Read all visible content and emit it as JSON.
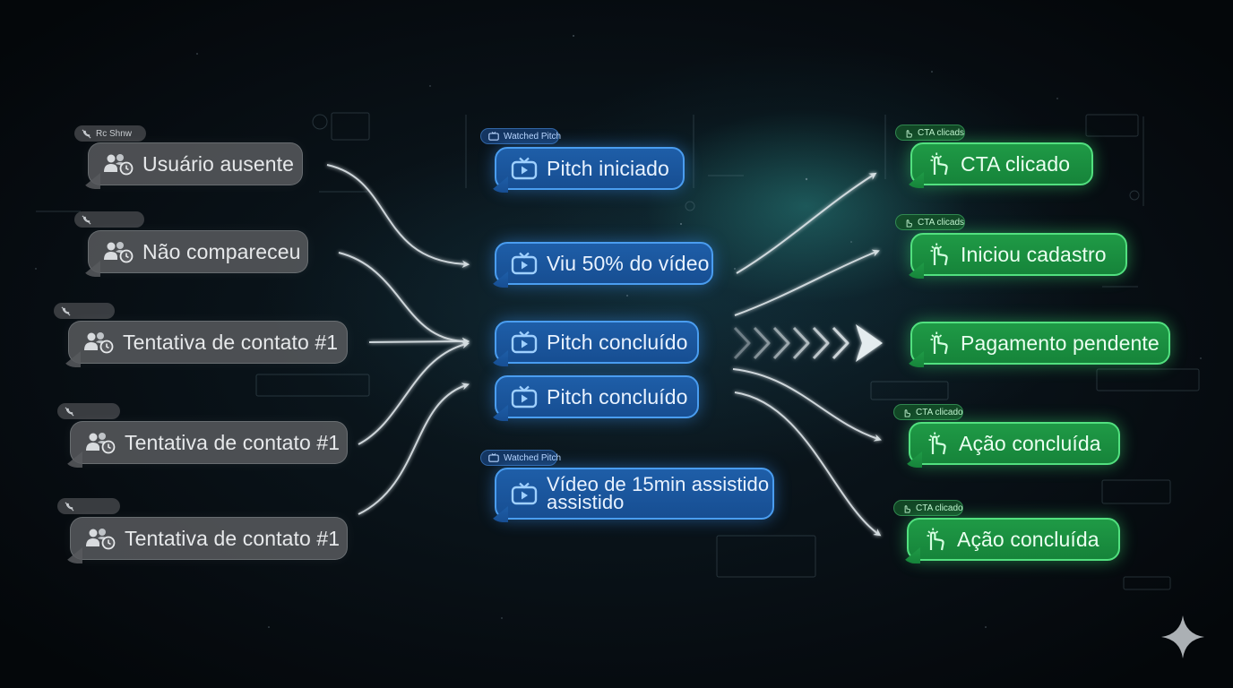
{
  "colors": {
    "gray": "#5a5c60",
    "blue": "#1e5ea8",
    "blue_border": "#4a9df0",
    "green": "#1f9a46",
    "green_border": "#52e07f",
    "arrow": "#dfe6ea"
  },
  "icons": {
    "gray": "users-clock-icon",
    "blue": "tv-icon",
    "green": "hand-click-icon",
    "gray_tag": "phone-off-icon",
    "blue_tag": "tv-icon",
    "green_tag": "hand-click-icon",
    "corner": "sparkle-icon"
  },
  "left": {
    "tags": [
      "Rc Shnw"
    ],
    "nodes": [
      "Usuário ausente",
      "Não compareceu",
      "Tentativa de contato #1",
      "Tentativa de contato #1",
      "Tentativa de contato #1"
    ]
  },
  "middle": {
    "tags": [
      "Watched Pitch",
      "Watched Pitch"
    ],
    "nodes": [
      "Pitch iniciado",
      "Viu 50% do vídeo",
      "Pitch concluído",
      "Pitch concluído"
    ],
    "tall_node": {
      "line1": "Vídeo de 15min assistido",
      "line2": "assistido"
    }
  },
  "right": {
    "tags": [
      "CTA clicads",
      "CTA clicads",
      "CTA clicado",
      "CTA clicado"
    ],
    "nodes": [
      "CTA clicado",
      "Iniciou cadastro",
      "Pagamento pendente",
      "Ação concluída",
      "Ação concluída"
    ]
  }
}
